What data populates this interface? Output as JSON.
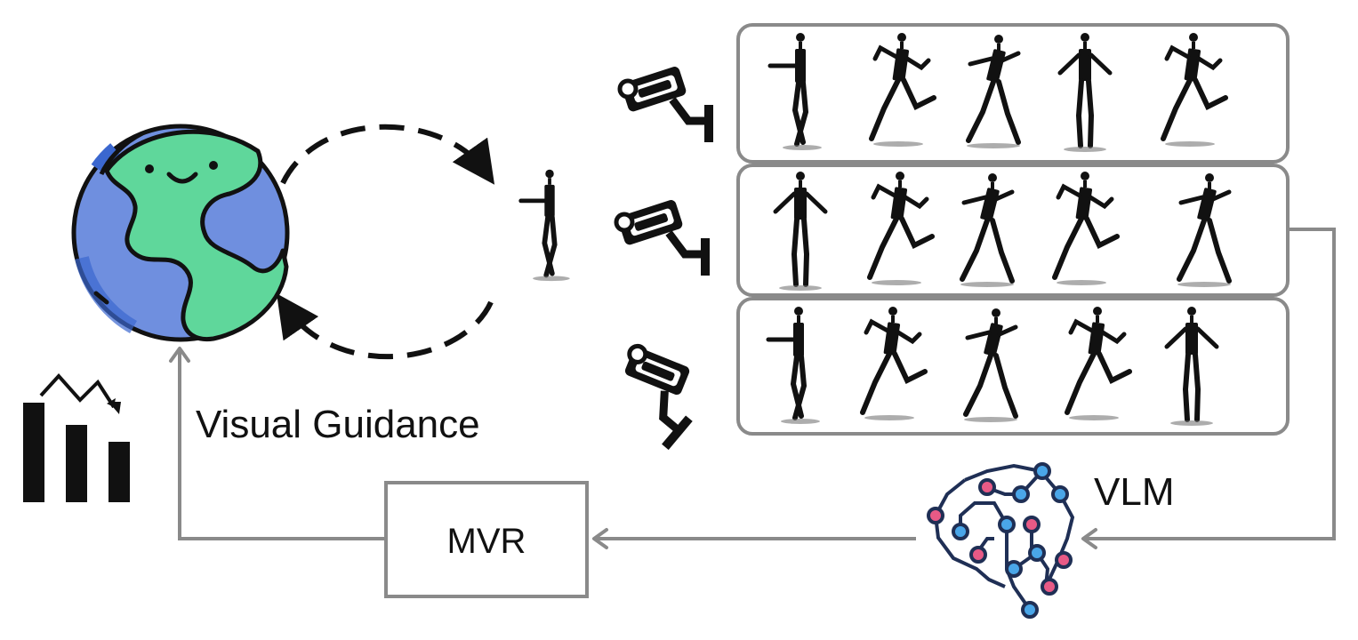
{
  "labels": {
    "visual_guidance": "Visual Guidance",
    "mvr": "MVR",
    "vlm": "VLM"
  },
  "icons": {
    "world": "smiling-earth-icon",
    "chart": "declining-bar-chart-icon",
    "camera": "security-camera-icon",
    "brain": "circuit-brain-icon",
    "robot": "humanoid-robot-icon"
  },
  "panels": [
    {
      "name": "view-1",
      "frames": 5
    },
    {
      "name": "view-2",
      "frames": 5
    },
    {
      "name": "view-3",
      "frames": 5
    }
  ],
  "colors": {
    "earth_water": "#6f8fdf",
    "earth_water_dark": "#3b67cf",
    "earth_land": "#5fd79b",
    "panel_border": "#8a8a8a",
    "flow_arrow": "#8a8a8a",
    "brain_pink": "#e85a86",
    "brain_blue": "#4aa6e8",
    "brain_line": "#1f2f55",
    "ink": "#111111"
  }
}
